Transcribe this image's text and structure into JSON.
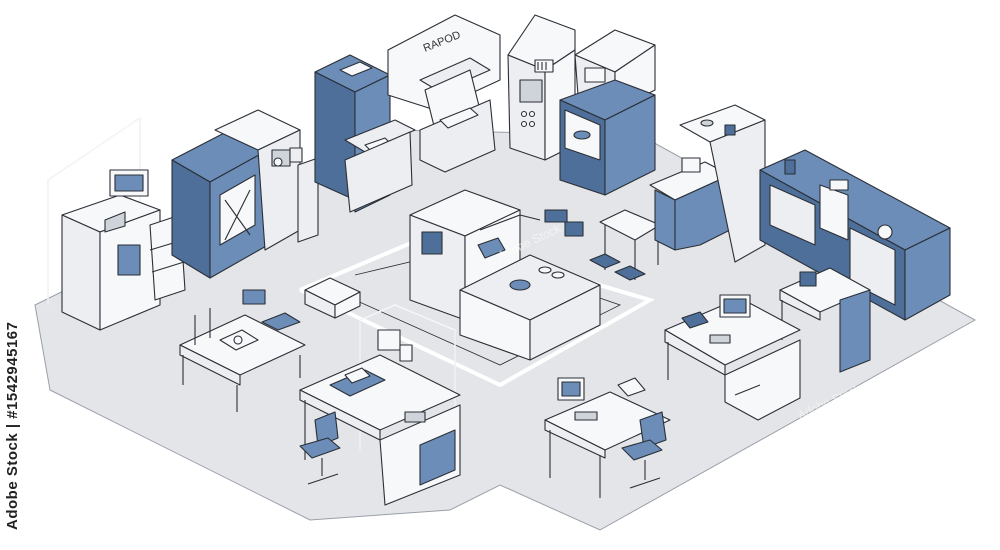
{
  "watermark": {
    "side_text": "Adobe Stock | #1542945167",
    "tile_text": "Adobe Stock"
  },
  "labels": {
    "machine_sign": "RAPOD"
  },
  "colors": {
    "floor": "#e3e5e8",
    "floor_line": "#9aa0a8",
    "blue": "#6b8db8",
    "blue_dark": "#4e6f99",
    "light": "#eceef1",
    "white": "#f7f8f9",
    "outline": "#2b2f36"
  }
}
